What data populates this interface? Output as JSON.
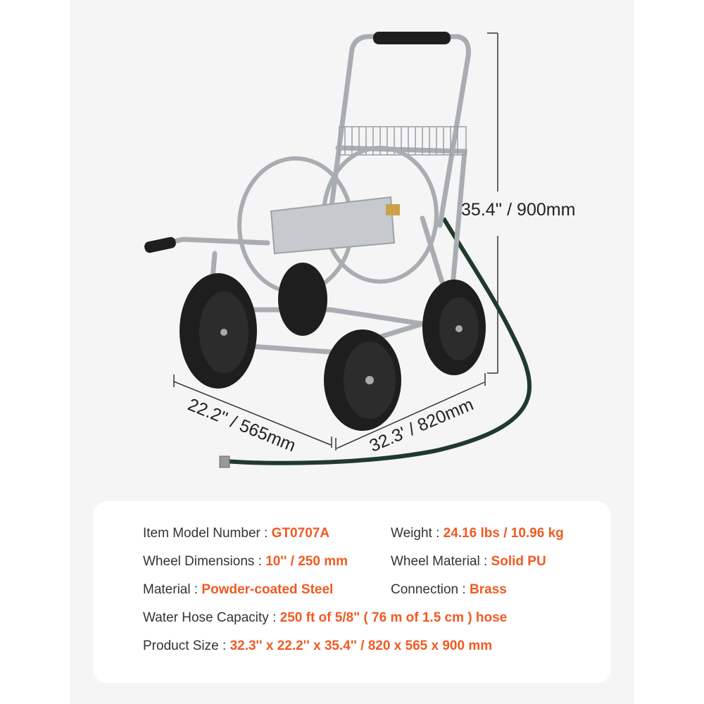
{
  "dimensions": {
    "height": "35.4'' / 900mm",
    "width": "22.2'' / 565mm",
    "length": "32.3' / 820mm"
  },
  "colors": {
    "accent": "#f05a22",
    "label": "#333333",
    "frame": "#a9adb2",
    "tire": "#1e1e1e",
    "hose": "#1f3a2c"
  },
  "specs": [
    {
      "label": "Item Model Number : ",
      "value": "GT0707A"
    },
    {
      "label": "Weight : ",
      "value": "24.16 lbs / 10.96 kg"
    },
    {
      "label": "Wheel Dimensions : ",
      "value": "10'' / 250 mm"
    },
    {
      "label": "Wheel Material : ",
      "value": "Solid PU"
    },
    {
      "label": "Material : ",
      "value": "Powder-coated Steel"
    },
    {
      "label": "Connection : ",
      "value": "Brass"
    },
    {
      "label": "Water Hose Capacity : ",
      "value": "250 ft of 5/8\" ( 76 m of 1.5 cm ) hose"
    },
    {
      "label": "Product Size : ",
      "value": "32.3'' x 22.2'' x 35.4'' / 820 x 565 x 900 mm"
    }
  ]
}
